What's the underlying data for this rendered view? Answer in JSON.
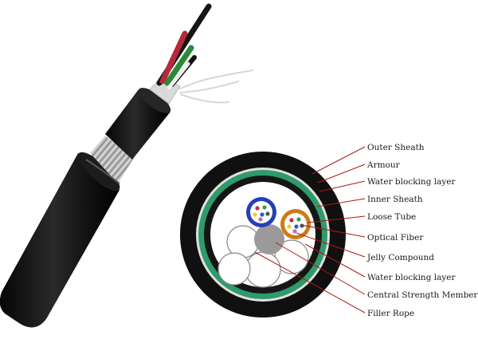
{
  "diagram": {
    "labels": [
      "Outer Sheath",
      "Armour",
      "Water blocking layer",
      "Inner Sheath",
      "Loose Tube",
      "Optical Fiber",
      "Jelly Compound",
      "Water blocking layer",
      "Central Strength Member",
      "Filler Rope"
    ]
  },
  "colors": {
    "leader_line": "#b01818",
    "outer_sheath": "#101010",
    "water_blocking_ring": "#2f9a6a",
    "inner_sheath": "#161616",
    "tube_blue": "#2440b8",
    "tube_orange": "#d07a18",
    "central_member": "#9a9a9a",
    "fiber_red": "#d62a2a",
    "fiber_green": "#2fa24a",
    "fiber_yellow": "#e8cf2c",
    "fiber_blue": "#2a5ad8"
  }
}
